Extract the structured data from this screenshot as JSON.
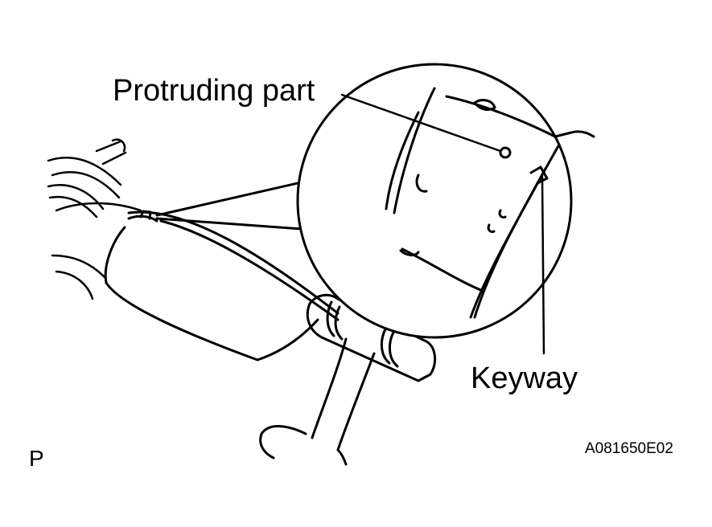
{
  "labels": {
    "protruding": "Protruding part",
    "keyway": "Keyway",
    "corner_mark": "P",
    "figure_code": "A081650E02"
  },
  "colors": {
    "line": "#000000",
    "paper": "#ffffff"
  }
}
